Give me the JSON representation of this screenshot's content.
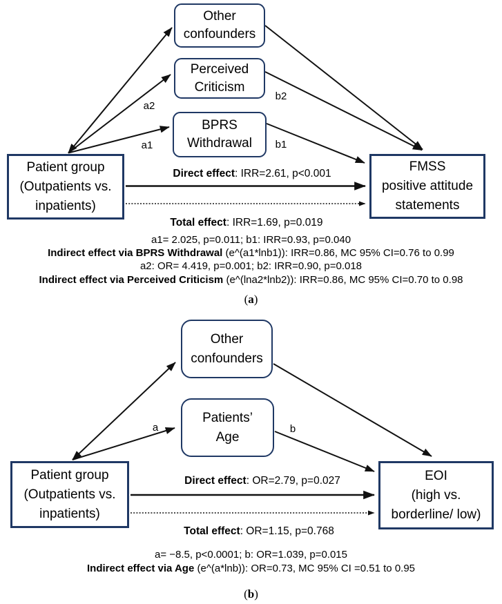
{
  "colors": {
    "box_border": "#1f3864",
    "arrow": "#111111",
    "text": "#000000",
    "background": "#ffffff"
  },
  "panel_a": {
    "boxes": {
      "confounders": "Other\nconfounders",
      "mediator2": "Perceived\nCriticism",
      "mediator1": "BPRS\nWithdrawal",
      "exposure": "Patient group\n(Outpatients vs.\ninpatients)",
      "outcome": "FMSS\npositive attitude\nstatements"
    },
    "labels": {
      "a2": "a2",
      "a1": "a1",
      "b2": "b2",
      "b1": "b1"
    },
    "direct_effect": {
      "bold": "Direct effect",
      "rest": ": IRR=2.61, p<0.001"
    },
    "total_effect": {
      "bold": "Total effect",
      "rest": ": IRR=1.69, p=0.019"
    },
    "stats": [
      {
        "bold": "",
        "rest": "a1= 2.025, p=0.011; b1: IRR=0.93, p=0.040"
      },
      {
        "bold": "Indirect effect via BPRS Withdrawal",
        "rest": " (e^(a1*lnb1)): IRR=0.86, MC 95% CI=0.76 to 0.99"
      },
      {
        "bold": "",
        "rest": "a2: OR= 4.419, p=0.001; b2: IRR=0.90, p=0.018"
      },
      {
        "bold": "Indirect effect via Perceived Criticism",
        "rest": " (e^(lna2*lnb2)): IRR=0.86, MC 95% CI=0.70 to 0.98"
      }
    ],
    "caption": {
      "open": "(",
      "letter": "a",
      "close": ")"
    }
  },
  "panel_b": {
    "boxes": {
      "confounders": "Other\nconfounders",
      "mediator": "Patients’\nAge",
      "exposure": "Patient group\n(Outpatients vs.\ninpatients)",
      "outcome": "EOI\n(high vs.\nborderline/ low)"
    },
    "labels": {
      "a": "a",
      "b": "b"
    },
    "direct_effect": {
      "bold": "Direct effect",
      "rest": ": OR=2.79, p=0.027"
    },
    "total_effect": {
      "bold": "Total effect",
      "rest": ": OR=1.15, p=0.768"
    },
    "stats": [
      {
        "bold": "",
        "rest": "a= −8.5, p<0.0001; b: OR=1.039, p=0.015"
      },
      {
        "bold": "Indirect effect via Age",
        "rest": " (e^(a*lnb)): OR=0.73, MC 95% CI =0.51 to 0.95"
      }
    ],
    "caption": {
      "open": "(",
      "letter": "b",
      "close": ")"
    }
  }
}
